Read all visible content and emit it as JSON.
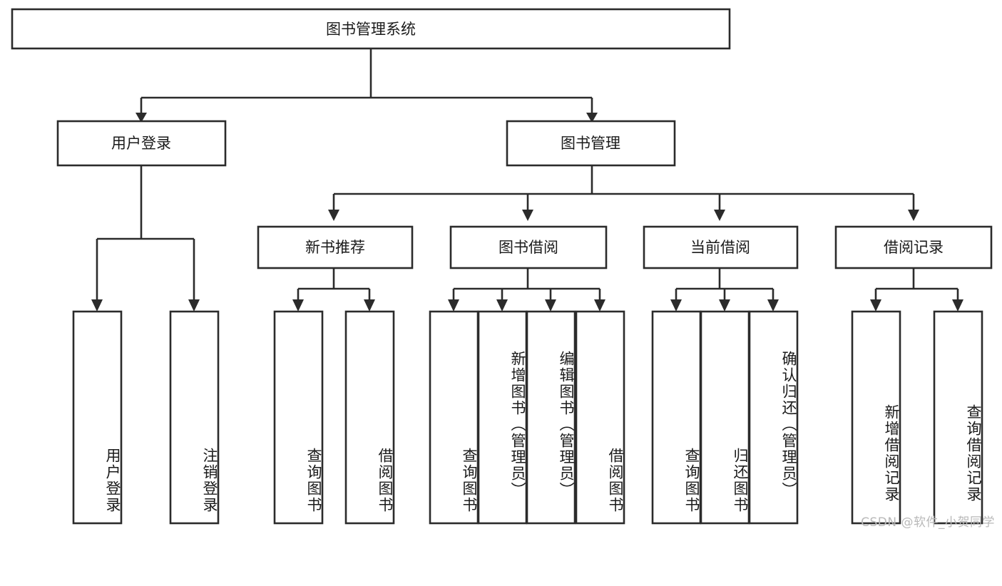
{
  "diagram": {
    "type": "tree",
    "title_node": "图书管理系统",
    "watermark": "CSDN @软件_小贺同学",
    "colors": {
      "background": "#ffffff",
      "stroke": "#2b2b2b",
      "text": "#1a1a1a",
      "watermark": "#b9b9b9"
    },
    "levels": {
      "root": {
        "label": "图书管理系统"
      },
      "level2": [
        {
          "label": "用户登录"
        },
        {
          "label": "图书管理"
        }
      ],
      "level3": [
        {
          "label": "新书推荐"
        },
        {
          "label": "图书借阅"
        },
        {
          "label": "当前借阅"
        },
        {
          "label": "借阅记录"
        }
      ],
      "leaves": {
        "user_login": [
          {
            "label": "用户登录"
          },
          {
            "label": "注销登录"
          }
        ],
        "new_book": [
          {
            "label": "查询图书"
          },
          {
            "label": "借阅图书"
          }
        ],
        "book_borrow": [
          {
            "label": "查询图书"
          },
          {
            "label": "新增图书（管理员）"
          },
          {
            "label": "编辑图书（管理员）"
          },
          {
            "label": "借阅图书"
          }
        ],
        "current_borrow": [
          {
            "label": "查询图书"
          },
          {
            "label": "归还图书"
          },
          {
            "label": "确认归还（管理员）"
          }
        ],
        "borrow_record": [
          {
            "label": "新增借阅记录"
          },
          {
            "label": "查询借阅记录"
          }
        ]
      }
    }
  }
}
